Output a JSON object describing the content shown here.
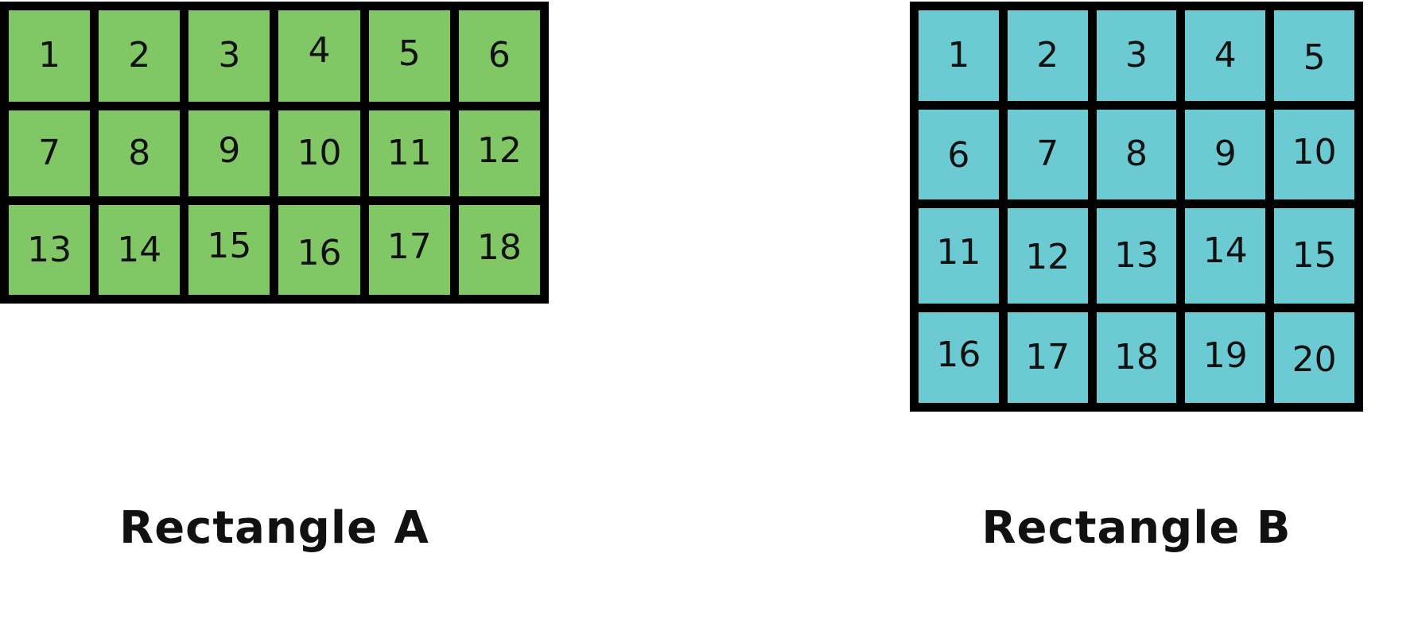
{
  "page": {
    "background_color": "#FFFFFF",
    "grid_border_color": "#000000",
    "number_color": "#111111"
  },
  "rectangle_a": {
    "label": "Rectangle A",
    "color": "#82C766",
    "columns": 6,
    "rows": 3,
    "total_cells": 18,
    "cells": [
      "1",
      "2",
      "3",
      "4",
      "5",
      "6",
      "7",
      "8",
      "9",
      "10",
      "11",
      "12",
      "13",
      "14",
      "15",
      "16",
      "17",
      "18"
    ]
  },
  "rectangle_b": {
    "label": "Rectangle B",
    "color": "#6BCAD2",
    "columns": 5,
    "rows": 4,
    "total_cells": 20,
    "cells": [
      "1",
      "2",
      "3",
      "4",
      "5",
      "6",
      "7",
      "8",
      "9",
      "10",
      "11",
      "12",
      "13",
      "14",
      "15",
      "16",
      "17",
      "18",
      "19",
      "20"
    ]
  }
}
